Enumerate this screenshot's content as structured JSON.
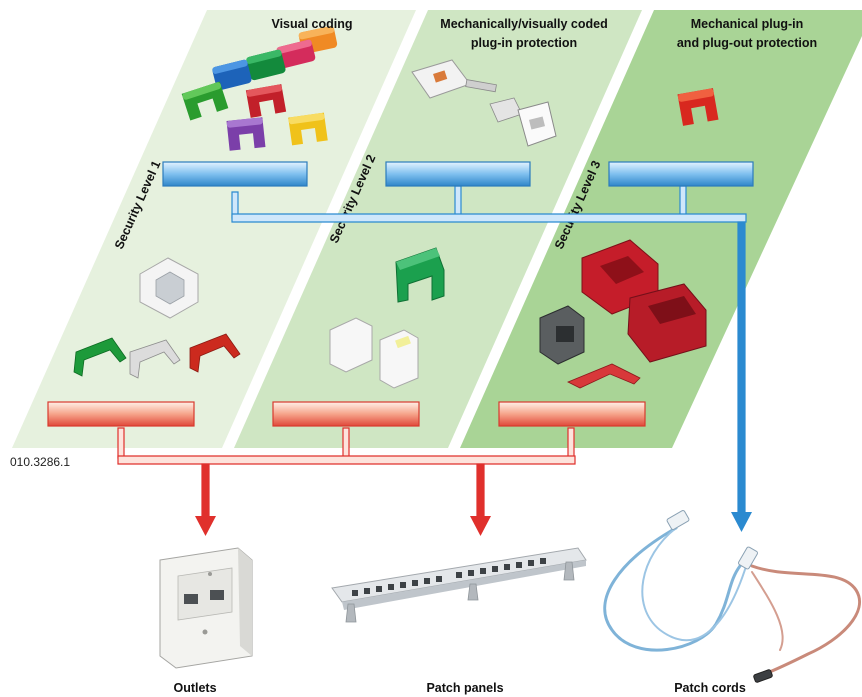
{
  "header_labels": {
    "col1": "Visual coding",
    "col2_line1": "Mechanically/visually coded",
    "col2_line2": "plug-in protection",
    "col3_line1": "Mechanical plug-in",
    "col3_line2": "and plug-out protection"
  },
  "security_levels": [
    "Security Level 1",
    "Security Level 2",
    "Security Level 3"
  ],
  "doc_id": "010.3286.1",
  "targets": {
    "outlets": "Outlets",
    "patch_panels": "Patch panels",
    "patch_cords": "Patch cords"
  },
  "colors": {
    "panel1": "#e6f1de",
    "panel2": "#cfe6c3",
    "panel3": "#a9d496",
    "blue_bus": "#2b8ad0",
    "red_bus": "#e0302c",
    "clip_red": "#c8202a",
    "clip_green": "#1ea24a"
  },
  "icon_names": [
    "color-clips-icon",
    "rj45-plug-icon",
    "red-clip-icon",
    "white-frame-icon",
    "coded-clips-icon",
    "green-clip-icon",
    "white-inserts-icon",
    "red-lock-icon",
    "outlet-icon",
    "patch-panel-icon",
    "patch-cord-icon"
  ]
}
